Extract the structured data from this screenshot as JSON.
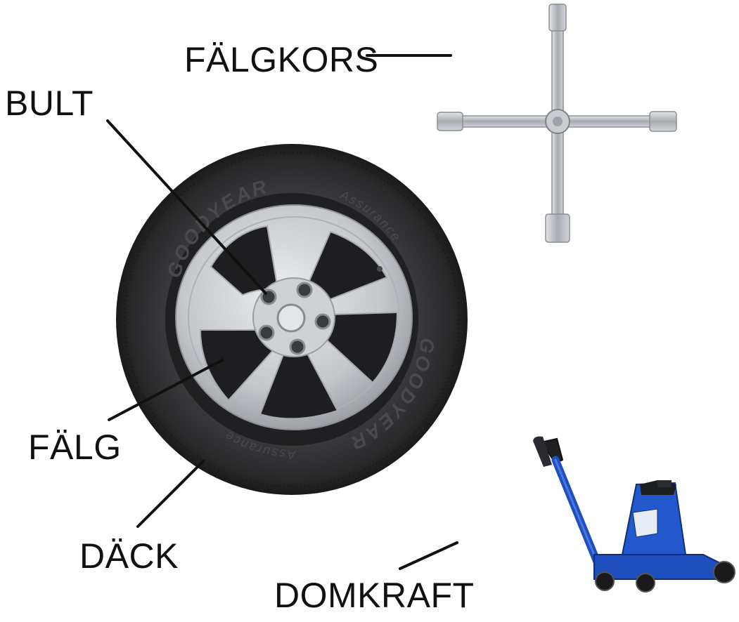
{
  "labels": {
    "falgkors": "FÄLGKORS",
    "bult": "BULT",
    "falg": "FÄLG",
    "dack": "DÄCK",
    "domkraft": "DOMKRAFT"
  },
  "tire": {
    "brand": "GOODYEAR",
    "model": "Assurance"
  },
  "colors": {
    "line": "#111111",
    "tire": "#2a2a2c",
    "rim": "#c9ccd0",
    "jack": "#1f4fbf",
    "steel": "#b8bcc1"
  }
}
